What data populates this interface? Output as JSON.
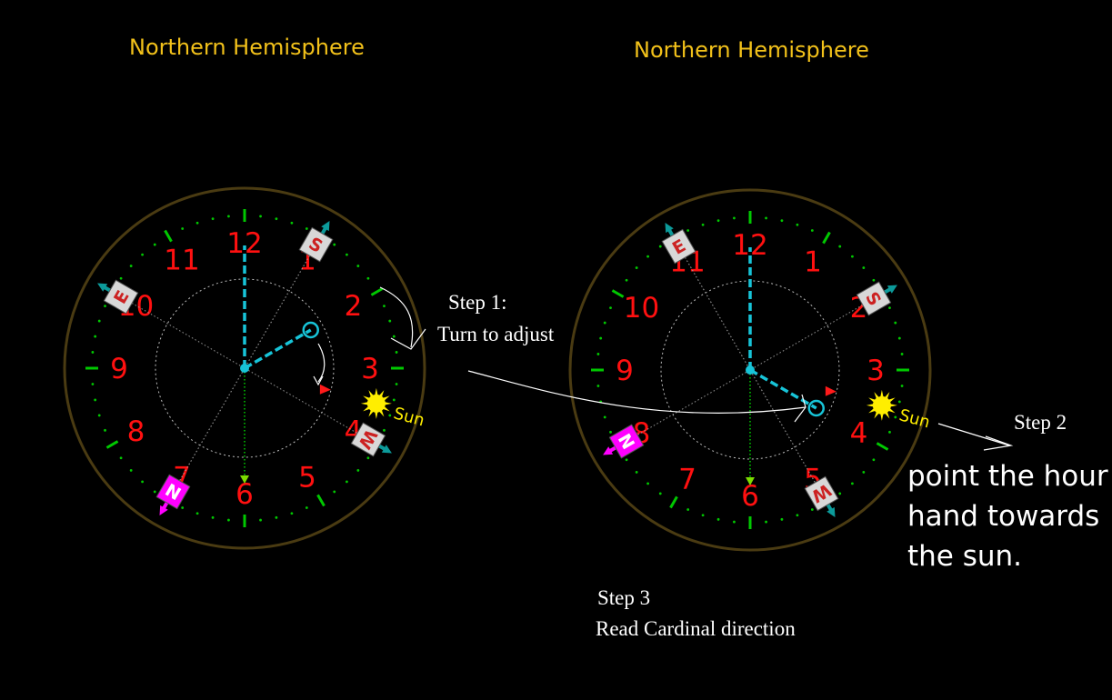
{
  "headings": {
    "left": "Northern Hemisphere",
    "right": "Northern Hemisphere"
  },
  "clock": {
    "hour_numbers": [
      "12",
      "1",
      "2",
      "3",
      "4",
      "5",
      "6",
      "7",
      "8",
      "9",
      "10",
      "11"
    ],
    "sun_label": "Sun",
    "colors": {
      "rim": "#4a3b12",
      "numbers": "#ff1010",
      "ticks": "#00c800",
      "hand": "#17c4d8",
      "sun": "#ffee00",
      "north_marker": "#ff00ff",
      "cardinal_box": "#d8d8d8"
    }
  },
  "clock_left": {
    "cardinals": {
      "N": "N",
      "E": "E",
      "S": "S",
      "W": "W"
    },
    "hour_hand_time": "2:00"
  },
  "clock_right": {
    "cardinals": {
      "N": "N",
      "E": "E",
      "S": "S",
      "W": "W"
    },
    "hour_hand_time": "4:00"
  },
  "steps": {
    "step1_title": "Step 1:",
    "step1_text": "Turn to adjust",
    "step2_title": "Step 2",
    "step2_line1": "point the hour",
    "step2_line2": "hand towards",
    "step2_line3": "the sun.",
    "step3_title": "Step 3",
    "step3_text": "Read Cardinal direction"
  }
}
